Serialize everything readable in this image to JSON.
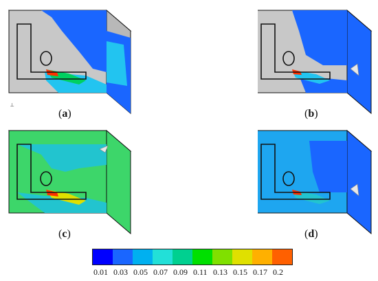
{
  "panels": [
    {
      "id": "a",
      "caption": "a",
      "dominant": "#c8c8c8",
      "secondary": "#1a66ff"
    },
    {
      "id": "b",
      "caption": "b",
      "dominant": "#c8c8c8",
      "secondary": "#1a66ff"
    },
    {
      "id": "c",
      "caption": "c",
      "dominant": "#3dd66a",
      "secondary": "#22c4cf"
    },
    {
      "id": "d",
      "caption": "d",
      "dominant": "#1ea6f0",
      "secondary": "#1a66ff"
    }
  ],
  "legend": {
    "colors": [
      "#0000ff",
      "#1a66ff",
      "#00b0f0",
      "#22e0d8",
      "#00d090",
      "#00e000",
      "#80e000",
      "#e0e000",
      "#ffb000",
      "#ff6000"
    ],
    "labels": [
      "0.01",
      "0.03",
      "0.05",
      "0.07",
      "0.09",
      "0.11",
      "0.13",
      "0.15",
      "0.17",
      "0.2"
    ]
  }
}
